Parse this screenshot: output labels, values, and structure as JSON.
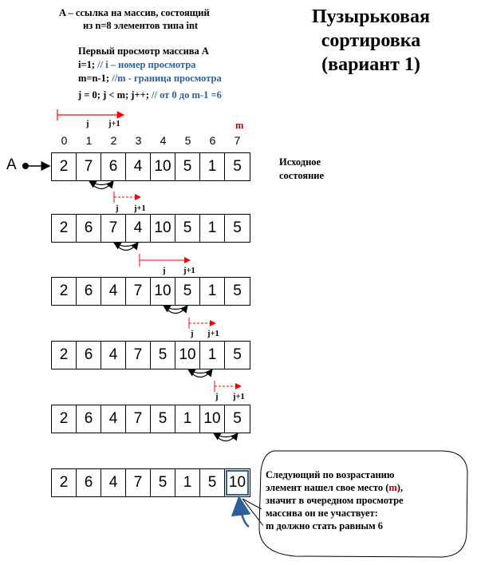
{
  "title_lines": [
    "Пузырьковая",
    "сортировка",
    "(вариант 1)"
  ],
  "header_lines": [
    "A – ссылка на массив, состоящий",
    "из n=8 элементов типа int"
  ],
  "pass_lines": {
    "l1": "Первый просмотр массива А",
    "l2a": "i=1; ",
    "l2b": "// i – номер просмотра",
    "l3a": "m=n-1; ",
    "l3b": "//m - граница просмотра",
    "l4a": "j = 0; j < m; j++; ",
    "l4b": "// от 0 до m-1 =6"
  },
  "labels": {
    "j": "j",
    "j1": "j+1",
    "m": "m",
    "array_name": "A"
  },
  "indices": [
    "0",
    "1",
    "2",
    "3",
    "4",
    "5",
    "6",
    "7"
  ],
  "initial_state_label": [
    "Исходное",
    "состояние"
  ],
  "rows": [
    [
      "2",
      "7",
      "6",
      "4",
      "10",
      "5",
      "1",
      "5"
    ],
    [
      "2",
      "6",
      "7",
      "4",
      "10",
      "5",
      "1",
      "5"
    ],
    [
      "2",
      "6",
      "4",
      "7",
      "10",
      "5",
      "1",
      "5"
    ],
    [
      "2",
      "6",
      "4",
      "7",
      "5",
      "10",
      "1",
      "5"
    ],
    [
      "2",
      "6",
      "4",
      "7",
      "5",
      "1",
      "10",
      "5"
    ],
    [
      "2",
      "6",
      "4",
      "7",
      "5",
      "1",
      "5",
      "10"
    ]
  ],
  "note_lines": [
    [
      "Следующий по возрастанию",
      ""
    ],
    [
      "элемент нашел свое место (",
      "m",
      "),"
    ],
    [
      "значит в очередном просмотре",
      ""
    ],
    [
      "массива он не участвует:",
      ""
    ],
    [
      "m должно стать равным 6",
      ""
    ]
  ],
  "colors": {
    "accent_blue": "#2e5f9b",
    "red": "#c00000",
    "arrow_red": "#ff0000"
  }
}
